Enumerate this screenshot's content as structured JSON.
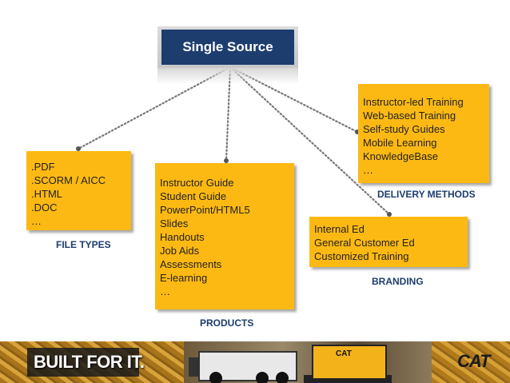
{
  "source": {
    "title": "Single Source"
  },
  "file_types": {
    "items": [
      ".PDF",
      ".SCORM / AICC",
      ".HTML",
      ".DOC",
      "…"
    ],
    "label": "FILE TYPES"
  },
  "products": {
    "items": [
      "Instructor Guide",
      "Student Guide",
      "PowerPoint/HTML5",
      "Slides",
      "Handouts",
      "Job Aids",
      "Assessments",
      "E-learning",
      "…"
    ],
    "label": "PRODUCTS"
  },
  "delivery": {
    "items": [
      "Instructor-led Training",
      "Web-based Training",
      "Self-study Guides",
      "Mobile Learning",
      "KnowledgeBase",
      "…"
    ],
    "label": "DELIVERY METHODS"
  },
  "branding": {
    "items": [
      "Internal Ed",
      "General Customer Ed",
      "Customized Training"
    ],
    "label": "BRANDING"
  },
  "banner": {
    "tagline": "BUILT FOR IT.",
    "logo": "CAT",
    "machine_text": "CAT"
  },
  "colors": {
    "box_fill": "#fdb913",
    "source_fill": "#1d3d6e",
    "label_color": "#1d3d6e",
    "connector": "#777777"
  }
}
